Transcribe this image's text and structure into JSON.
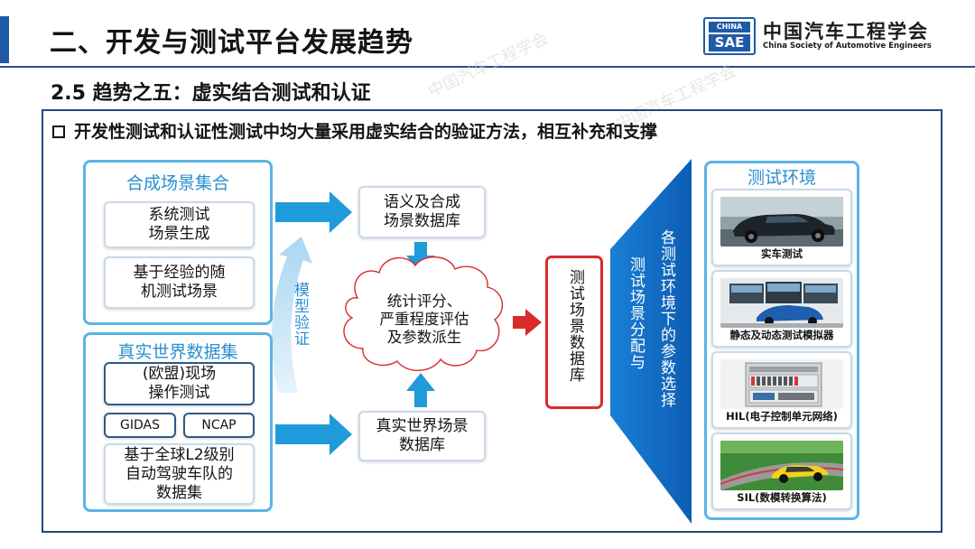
{
  "header": {
    "title": "二、开发与测试平台发展趋势",
    "logo_badge_top": "CHINA",
    "logo_badge_bottom": "SAE",
    "logo_cn": "中国汽车工程学会",
    "logo_en": "China Society of Automotive Engineers",
    "accent_color": "#1f5aa6"
  },
  "watermark": "中国汽车工程学会",
  "subtitle": "2.5 趋势之五：虚实结合测试和认证",
  "bullet": "开发性测试和认证性测试中均大量采用虚实结合的验证方法，相互补充和支撑",
  "synthetic": {
    "title": "合成场景集合",
    "items": [
      "系统测试\n场景生成",
      "基于经验的随\n机测试场景"
    ]
  },
  "real_world": {
    "title": "真实世界数据集",
    "items": [
      "(欧盟)现场\n操作测试",
      "基于全球L2级别\n自动驾驶车队的\n数据集"
    ],
    "tags": [
      "GIDAS",
      "NCAP"
    ]
  },
  "model_verify": "模型验证",
  "semantic_db": "语义及合成\n场景数据库",
  "real_db": "真实世界场景\n数据库",
  "analysis": "统计评分、\n严重程度评估\n及参数派生",
  "scene_db": "测试场景数据库",
  "allocation": "测试场景分配与",
  "param_select": "各测试环境下的参数选择",
  "environment": {
    "title": "测试环境",
    "items": [
      {
        "caption": "实车测试",
        "icon": "car-photo"
      },
      {
        "caption": "静态及动态测试模拟器",
        "icon": "simulator-photo"
      },
      {
        "caption": "HIL(电子控制单元网络)",
        "icon": "hil-rack-photo"
      },
      {
        "caption": "SIL(数模转换算法)",
        "icon": "sil-render-photo"
      }
    ]
  },
  "colors": {
    "panel_border": "#59b5e5",
    "panel_title": "#2a8fcf",
    "arrow": "#1f9bdc",
    "highlight": "#d92b2b",
    "funnel": "#1570c8"
  }
}
